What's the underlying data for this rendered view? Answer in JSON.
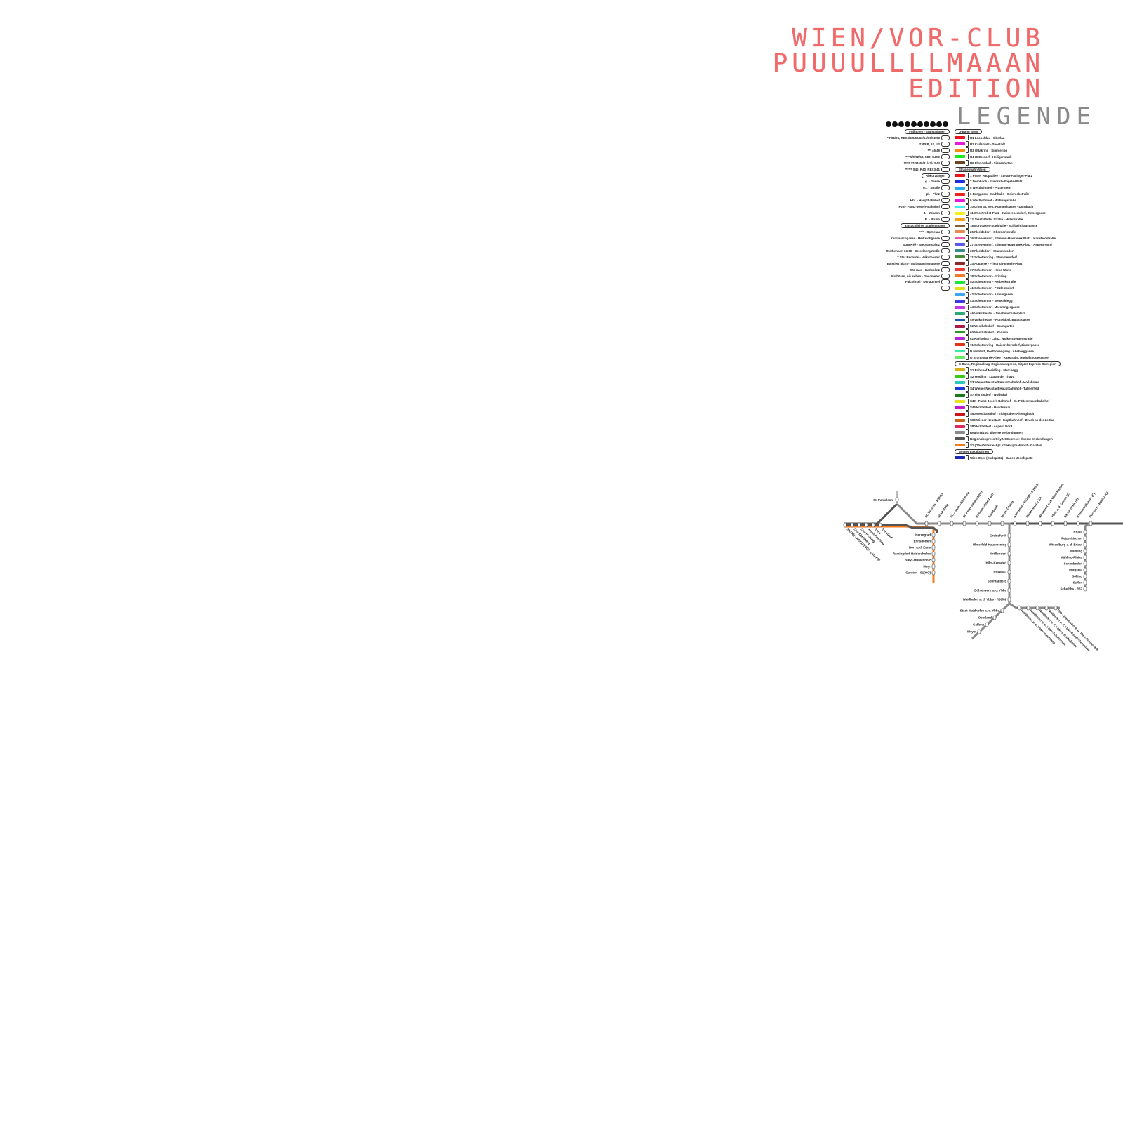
{
  "header": {
    "title_line1": "WIEN/VOR-CLUB",
    "title_line2": "PUUUULLLLMAAAN",
    "title_line3": "EDITION",
    "legend_title": "LEGENDE",
    "title_color": "#ef6a6a"
  },
  "legend_left": {
    "section_footnotes": "Fußnoten - Endstationen",
    "footnotes": [
      "* R81/95, REX6/8/9/52/63/64/65/92/93",
      "** WLB, 62, U2",
      "*** 46/49",
      "**** 5/9/52/58, S80, CJX9",
      "***** 37/38/40/41/42/43/44",
      "****** S40, R40, REX3/41"
    ],
    "section_abbrev": "Abkürzungen",
    "abbreviations": [
      "g. - Gasse",
      "str. - Straße",
      "pl. - Platz",
      "Hbf. - Hauptbahnhof",
      "FJB - Franz-Josefs-Bahnhof",
      "J. - Johann",
      "B. - Bruno"
    ],
    "section_actual": "Tatsächlicher Stationsname",
    "actual_names": [
      "=== - Spittelau",
      "Karmarschgasse - Heilreichgasse",
      "Sura Kéé - Stephansplatz",
      "Sterben um 04:00 - Geiselbergstraße",
      "7 Star Records - Volkstheater",
      "Existiert nicht - Taubstummengasse",
      "Wo raus - Karlsplatz",
      "Nix hören, nix sehen - Gasometer",
      "Falcoinsel - Donauinsel",
      "–"
    ]
  },
  "legend_right": {
    "section_ubahn": "U-Bahn Wien",
    "ubahn": [
      {
        "label": "U1 Leopoldau - Oberlaa",
        "color": "#e8141b"
      },
      {
        "label": "U2 Karlsplatz - Seestadt",
        "color": "#e619d8"
      },
      {
        "label": "U3 Ottakring - Simmering",
        "color": "#f58b14"
      },
      {
        "label": "U4 Hütteldorf - Heiligenstadt",
        "color": "#1ce81c"
      },
      {
        "label": "U6 Floridsdorf - Siebenhirten",
        "color": "#6b4423"
      }
    ],
    "section_tram": "Straßenbahn Wien",
    "tram": [
      {
        "label": "1 Prater Hauptallee - Stefan-Fadinger-Platz",
        "color": "#e8141b"
      },
      {
        "label": "2 Dornbach - Friedrich-Engels-Platz",
        "color": "#1a2ee0"
      },
      {
        "label": "5 Westbahnhof - Praterstern",
        "color": "#2aa8f0"
      },
      {
        "label": "6 Burggasse-Stadthalle - Geiereckstraße",
        "color": "#e8241b"
      },
      {
        "label": "9 Westbahnhof - Wahringstraße",
        "color": "#e619d8"
      },
      {
        "label": "10 Unter St. Veit, Hummelgasse - Dornbach",
        "color": "#3ef0e8"
      },
      {
        "label": "11 Otto-Probst-Platz - Kaiserebersdorf, Zinnergasse",
        "color": "#f0f01a"
      },
      {
        "label": "12 Josefstädter Straße - Hillerstraße",
        "color": "#f5a11a"
      },
      {
        "label": "18 Burggasse-Stadthalle - Schlachthausgasse",
        "color": "#8a5a32"
      },
      {
        "label": "25 Floridsdorf - Oberdorfstraße",
        "color": "#e88a55"
      },
      {
        "label": "26 Strebersdorf, Edmund-Hawranek-Platz - Hausfeldstraße",
        "color": "#e85aa8"
      },
      {
        "label": "27 Strebersdorf, Edmund-Hawranek-Platz - Aspern Nord",
        "color": "#5a5ae8"
      },
      {
        "label": "30 Floridsdorf - Stammersdorf",
        "color": "#3a8a8a"
      },
      {
        "label": "31 Schottenring - Stammersdorf",
        "color": "#4a8a3a"
      },
      {
        "label": "33 Augasse - Friedrich-Engels-Platz",
        "color": "#8a2a2a"
      },
      {
        "label": "37 Schottentor - Hohe Warte",
        "color": "#f03a3a"
      },
      {
        "label": "38 Schottentor - Grinzing",
        "color": "#f07a2a"
      },
      {
        "label": "40 Schottentor - Herbeckstraße",
        "color": "#1ae83a"
      },
      {
        "label": "41 Schottentor - Pötzleinsdorf",
        "color": "#e0e01a"
      },
      {
        "label": "42 Schottentor - Antonigasse",
        "color": "#3aa8f0"
      },
      {
        "label": "43 Schottentor - Neuwaldegg",
        "color": "#3a3ae0"
      },
      {
        "label": "44 Schottentor - Maroltingergasse",
        "color": "#c03ae8"
      },
      {
        "label": "46 Volkstheater - Joachimsthalerplatz",
        "color": "#2aa878"
      },
      {
        "label": "49 Volkstheater - Hütteldorf, Bujattigasse",
        "color": "#1a5aa8"
      },
      {
        "label": "52 Westbahnhof - Baumgarten",
        "color": "#a81a4a"
      },
      {
        "label": "60 Westbahnhof - Rodaun",
        "color": "#2a9a2a"
      },
      {
        "label": "62 Karlsplatz - Lainz, Wolkersbergenstraße",
        "color": "#b02ad8"
      },
      {
        "label": "71 Schottenring - Kaiserebersdorf, Zinnergasse",
        "color": "#e0341a"
      },
      {
        "label": "D Nußdorf, Beethovengang - Absberggasse",
        "color": "#3ae8a8"
      },
      {
        "label": "O Bruno-Marek-Allee - Raxstraße, Rudolfshügelgasse",
        "color": "#6ae86a"
      }
    ],
    "section_sbahn": "S-Bahn, Regionalzug, Regionalexpress, CityJet Express Ostregion",
    "sbahn": [
      {
        "label": "S1 Bahnhof Meidling - Marchegg",
        "color": "#d4b01a"
      },
      {
        "label": "S2 Mödling - Laa an der Thaya",
        "color": "#3ac81a"
      },
      {
        "label": "S3 Wiener Neustadt Hauptbahnhof - Hollabrunn",
        "color": "#2ac8c0"
      },
      {
        "label": "S4 Wiener Neustadt Hauptbahnhof - Tullnerfeld",
        "color": "#1a3ad8"
      },
      {
        "label": "S7 Floridsdorf - Wolfsthal",
        "color": "#1a7a1a"
      },
      {
        "label": "S40 - Franz-Josefs-Bahnhof - St. Pölten Hauptbahnhof",
        "color": "#e8e01a"
      },
      {
        "label": "S45 Hütteldorf - Handelskai",
        "color": "#c01ac8"
      },
      {
        "label": "S50 Westbahnhof - Eichgraben-Altlengbach",
        "color": "#c8141a"
      },
      {
        "label": "S60 Wiener Neustadt Hauptbahnhof - Bruck an der Leitha",
        "color": "#c8641a"
      },
      {
        "label": "S80 Hütteldorf - Aspern Nord",
        "color": "#e02a5a"
      },
      {
        "label": "Regionalzug: diverse Verbindungen",
        "color": "#8a8a8a"
      },
      {
        "label": "Regionalexpress/CityJet Express: diverse Verbindungen",
        "color": "#555555"
      },
      {
        "label": "S1 (Oberösterreich) Linz Hauptbahnhof - Garsten",
        "color": "#f57a1a"
      }
    ],
    "section_local": "Wiener Lokalbahnen",
    "local": [
      {
        "label": "Wien Oper (Karlsplatz) - Baden Josefsplatz",
        "color": "#1a2ab0"
      }
    ]
  },
  "map": {
    "left_stations_diag": [
      "S1(OÖ) - REX1/2(OÖ) - Linz Hbf.",
      "Linz Ebelsberg",
      "Linz Pichling",
      "Asten-Fisching",
      "Enns",
      "Ennsdorf"
    ],
    "st_pantaleon": "St. Pantaleon",
    "top_diag": [
      "St. Valentin - R52/53",
      "Stadt Haag",
      "St. Johann-Weinberg",
      "St. Peter-Seitenstetten",
      "Kematen-Biberbach",
      "Aschbach",
      "Mauer-Öhling",
      "Amstetten - R52/58 - CJX9 (C)",
      "Blindenmarkt (C)",
      "Neumarkt a. d. Ybbs-Karlsbach (C)",
      "Ybbs a. d. Donau (C)",
      "Säusenstein (C)",
      "Krummnußbaum (C)",
      "Pöchlarn - R60/57 (C)"
    ],
    "garsten_branch": [
      "Herzograd",
      "Ennsdorfen",
      "Dorf a. d. Enns",
      "Ramingdorf-Haidershofen",
      "Steyr-Münichholz",
      "Steyr",
      "Garsten - S1(OÖ)"
    ],
    "ybbs_branch": [
      "Greinsfurth",
      "Ulmerfeld-Hausmening",
      "Kröllendorf",
      "Hilm-Kematen",
      "Rosenau",
      "Sonntagberg",
      "Böhlerwerk a. d. Ybbs",
      "Waidhofen a. d. Ybbs - R88/89"
    ],
    "lower_left": [
      "Stadt Waidhofen a. d. Ybbs",
      "Oberland",
      "Gaflenz",
      "Weyer"
    ],
    "lower_right": [
      "Waidhofen a. d. Ybbs-Vogelsang",
      "Waidhofen a. d. Ybbs-Schillerpark",
      "Waidhofen a. d. Ybbs-Lokalbahnhof",
      "Waidhofen a. d. Ybbs-Gstadt-Gemeinde",
      "R89 - Waidhofen a. d. Ybbs-Promenade"
    ],
    "erlauf_branch": [
      "Erlauf",
      "Petzenkirchen",
      "Wieselburg a. d. Erlauf",
      "Mühling",
      "Mühling-Plaika",
      "Schauboden",
      "Purgstall",
      "Sölling",
      "Saffen",
      "Scheibbs - R67"
    ],
    "colors": {
      "regional": "#8a8a8a",
      "express": "#555555",
      "linz_s1": "#f57a1a"
    }
  }
}
